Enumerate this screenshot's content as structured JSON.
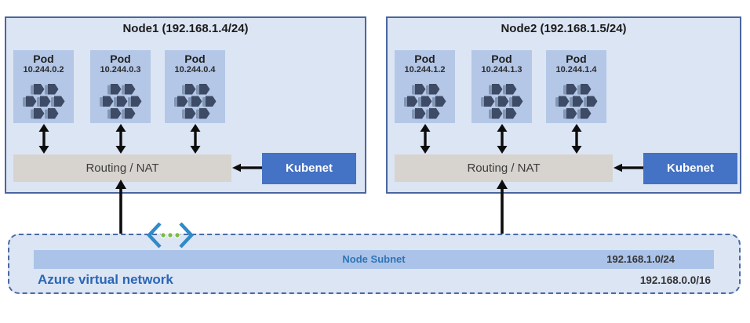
{
  "diagram": {
    "nodes": [
      {
        "title": "Node1 (192.168.1.4/24)",
        "pods": [
          {
            "label": "Pod",
            "ip": "10.244.0.2"
          },
          {
            "label": "Pod",
            "ip": "10.244.0.3"
          },
          {
            "label": "Pod",
            "ip": "10.244.0.4"
          }
        ],
        "router_label": "Routing / NAT",
        "cni_label": "Kubenet"
      },
      {
        "title": "Node2 (192.168.1.5/24)",
        "pods": [
          {
            "label": "Pod",
            "ip": "10.244.1.2"
          },
          {
            "label": "Pod",
            "ip": "10.244.1.3"
          },
          {
            "label": "Pod",
            "ip": "10.244.1.4"
          }
        ],
        "router_label": "Routing / NAT",
        "cni_label": "Kubenet"
      }
    ],
    "vnet": {
      "label": "Azure virtual network",
      "cidr": "192.168.0.0/16",
      "subnet": {
        "label": "Node Subnet",
        "cidr": "192.168.1.0/24"
      }
    },
    "icons": {
      "pod": "containers-cluster-icon",
      "vnet": "virtual-network-icon",
      "arrows": "black-double-headed-arrow"
    },
    "colors": {
      "node_fill": "#dce5f3",
      "node_border": "#49669f",
      "pod_fill": "#b4c7e7",
      "pod_icon_dark": "#3d4b66",
      "pod_icon_light": "#8396b3",
      "router_fill": "#d7d4cf",
      "kubenet_fill": "#4472c4",
      "subnet_bar_fill": "#abc3e8",
      "vnet_fill": "#dce5f4",
      "vnet_border": "#4a6aa5",
      "blue_text": "#2e75b6",
      "vnet_icon_blue": "#2e8bc8",
      "vnet_icon_green": "#7cbb3f",
      "arrow": "#0d0d0d"
    }
  }
}
